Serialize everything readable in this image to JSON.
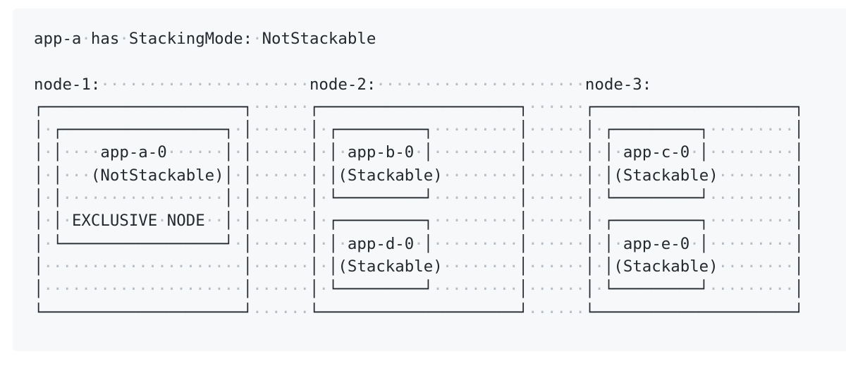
{
  "page": {
    "background": "#ffffff",
    "block_background": "#f6f8fa",
    "text_color": "#24292f",
    "whitespace_dot_color": "#b7bdc4"
  },
  "header": {
    "title": "app-a has StackingMode: NotStackable"
  },
  "nodes": [
    {
      "label": "node-1:",
      "pods": [
        {
          "name": "app-a-0",
          "mode": "(NotStackable)",
          "note": "EXCLUSIVE NODE"
        }
      ]
    },
    {
      "label": "node-2:",
      "pods": [
        {
          "name": "app-b-0",
          "mode": "(Stackable)"
        },
        {
          "name": "app-d-0",
          "mode": "(Stackable)"
        }
      ]
    },
    {
      "label": "node-3:",
      "pods": [
        {
          "name": "app-c-0",
          "mode": "(Stackable)"
        },
        {
          "name": "app-e-0",
          "mode": "(Stackable)"
        }
      ]
    }
  ],
  "diagram": {
    "lines": [
      "app-a has StackingMode: NotStackable",
      "",
      "node-1:                      node-2:                      node-3:",
      "┌─────────────────────┐      ┌─────────────────────┐      ┌─────────────────────┐",
      "│ ┌─────────────────┐ │      │ ┌─────────┐         │      │ ┌─────────┐         │",
      "│ │    app-a-0      │ │      │ │ app-b-0 │         │      │ │ app-c-0 │         │",
      "│ │   (NotStackable)│ │      │ │(Stackable)        │      │ │(Stackable)        │",
      "│ │                 │ │      │ └─────────┘         │      │ └─────────┘         │",
      "│ │ EXCLUSIVE NODE  │ │      │ ┌─────────┐         │      │ ┌─────────┐         │",
      "│ └─────────────────┘ │      │ │ app-d-0 │         │      │ │ app-e-0 │         │",
      "│                     │      │ │(Stackable)        │      │ │(Stackable)        │",
      "│                     │      │ └─────────┘         │      │ └─────────┘         │",
      "└─────────────────────┘      └─────────────────────┘      └─────────────────────┘"
    ]
  }
}
